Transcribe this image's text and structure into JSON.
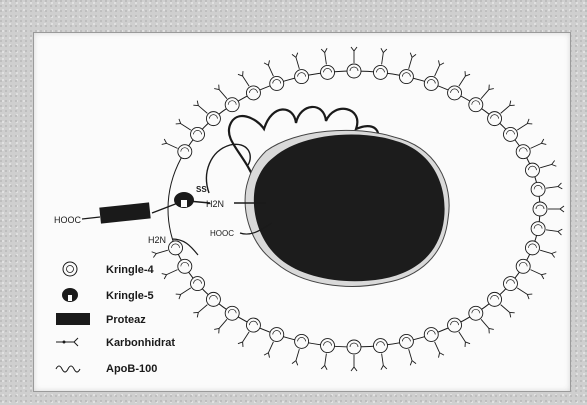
{
  "labels": {
    "hooc_left": "HOOC",
    "ss": "SS",
    "h2n_upper": "H2N",
    "h2n_lower": "H2N",
    "hooc_inner": "HOOC"
  },
  "legend": {
    "kringle4": "Kringle-4",
    "kringle5": "Kringle-5",
    "proteaz": "Proteaz",
    "karbonhidrat": "Karbonhidrat",
    "apob100": "ApoB-100"
  },
  "colors": {
    "ink": "#1a1a1a",
    "frame_bg": "#fbfbfb",
    "page_bg": "#cfcfcf"
  }
}
